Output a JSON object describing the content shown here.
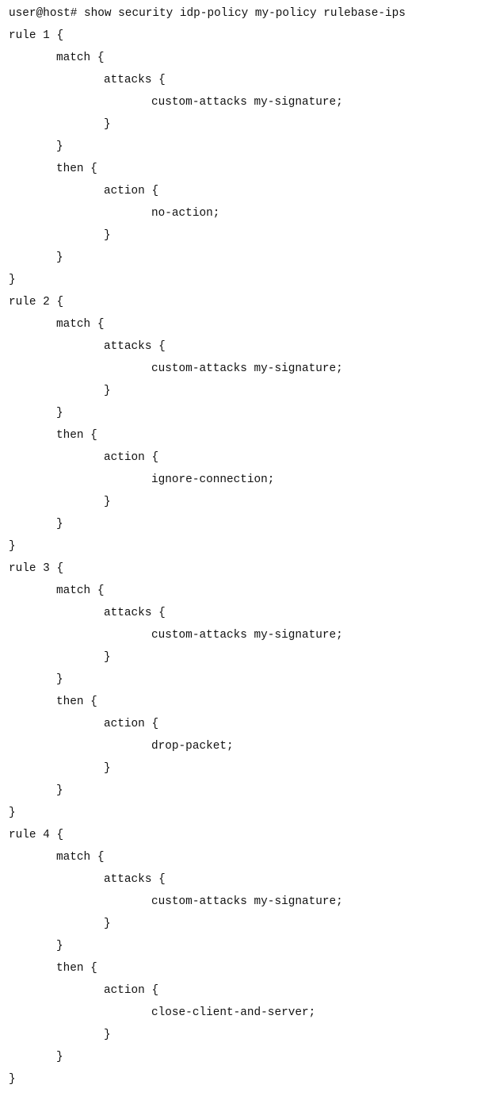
{
  "terminal": {
    "lines": [
      {
        "text": "user@host# show security idp-policy my-policy rulebase-ips",
        "indent": 0
      },
      {
        "text": "rule 1 {",
        "indent": 0
      },
      {
        "text": "match {",
        "indent": 1
      },
      {
        "text": "attacks {",
        "indent": 2
      },
      {
        "text": "custom-attacks my-signature;",
        "indent": 3
      },
      {
        "text": "}",
        "indent": 2
      },
      {
        "text": "}",
        "indent": 1
      },
      {
        "text": "then {",
        "indent": 1
      },
      {
        "text": "action {",
        "indent": 2
      },
      {
        "text": "no-action;",
        "indent": 3
      },
      {
        "text": "}",
        "indent": 2
      },
      {
        "text": "}",
        "indent": 1
      },
      {
        "text": "}",
        "indent": 0
      },
      {
        "text": "rule 2 {",
        "indent": 0
      },
      {
        "text": "match {",
        "indent": 1
      },
      {
        "text": "attacks {",
        "indent": 2
      },
      {
        "text": "custom-attacks my-signature;",
        "indent": 3
      },
      {
        "text": "}",
        "indent": 2
      },
      {
        "text": "}",
        "indent": 1
      },
      {
        "text": "then {",
        "indent": 1
      },
      {
        "text": "action {",
        "indent": 2
      },
      {
        "text": "ignore-connection;",
        "indent": 3
      },
      {
        "text": "}",
        "indent": 2
      },
      {
        "text": "}",
        "indent": 1
      },
      {
        "text": "}",
        "indent": 0
      },
      {
        "text": "rule 3 {",
        "indent": 0
      },
      {
        "text": "match {",
        "indent": 1
      },
      {
        "text": "attacks {",
        "indent": 2
      },
      {
        "text": "custom-attacks my-signature;",
        "indent": 3
      },
      {
        "text": "}",
        "indent": 2
      },
      {
        "text": "}",
        "indent": 1
      },
      {
        "text": "then {",
        "indent": 1
      },
      {
        "text": "action {",
        "indent": 2
      },
      {
        "text": "drop-packet;",
        "indent": 3
      },
      {
        "text": "}",
        "indent": 2
      },
      {
        "text": "}",
        "indent": 1
      },
      {
        "text": "}",
        "indent": 0
      },
      {
        "text": "rule 4 {",
        "indent": 0
      },
      {
        "text": "match {",
        "indent": 1
      },
      {
        "text": "attacks {",
        "indent": 2
      },
      {
        "text": "custom-attacks my-signature;",
        "indent": 3
      },
      {
        "text": "}",
        "indent": 2
      },
      {
        "text": "}",
        "indent": 1
      },
      {
        "text": "then {",
        "indent": 1
      },
      {
        "text": "action {",
        "indent": 2
      },
      {
        "text": "close-client-and-server;",
        "indent": 3
      },
      {
        "text": "}",
        "indent": 2
      },
      {
        "text": "}",
        "indent": 1
      },
      {
        "text": "}",
        "indent": 0
      }
    ]
  }
}
